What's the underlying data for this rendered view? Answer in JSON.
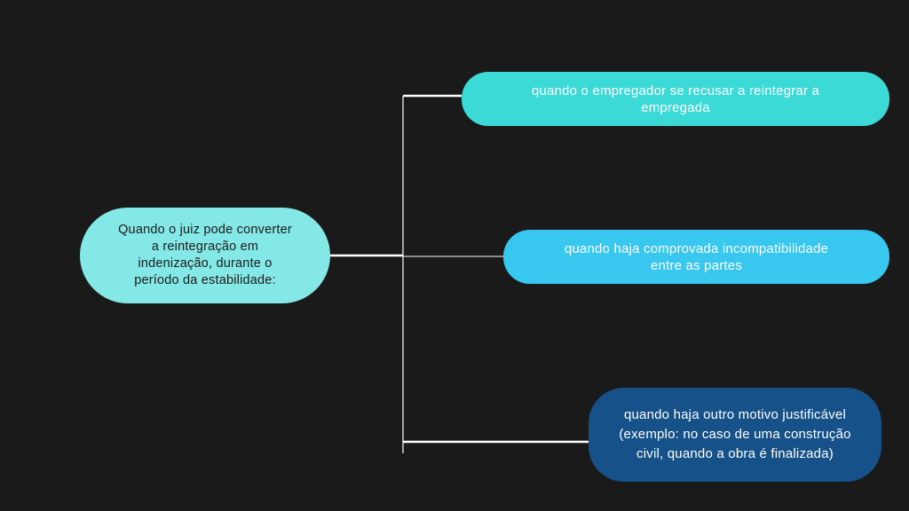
{
  "diagram": {
    "root": {
      "text": "Quando o juiz pode converter a reintegração em indenização, durante o período da estabilidade:",
      "color": "#83e8e6"
    },
    "branches": [
      {
        "text": "quando o empregador se recusar a reintegrar a empregada",
        "color": "#3cdad6"
      },
      {
        "text": "quando haja comprovada incompatibilidade entre as partes",
        "color": "#37c7ef"
      },
      {
        "text": "quando haja outro motivo justificável (exemplo: no caso de uma construção civil, quando a obra é finalizada)",
        "color": "#16518a"
      }
    ],
    "background": "#1a1a1b",
    "connector_color": "#ffffff"
  }
}
